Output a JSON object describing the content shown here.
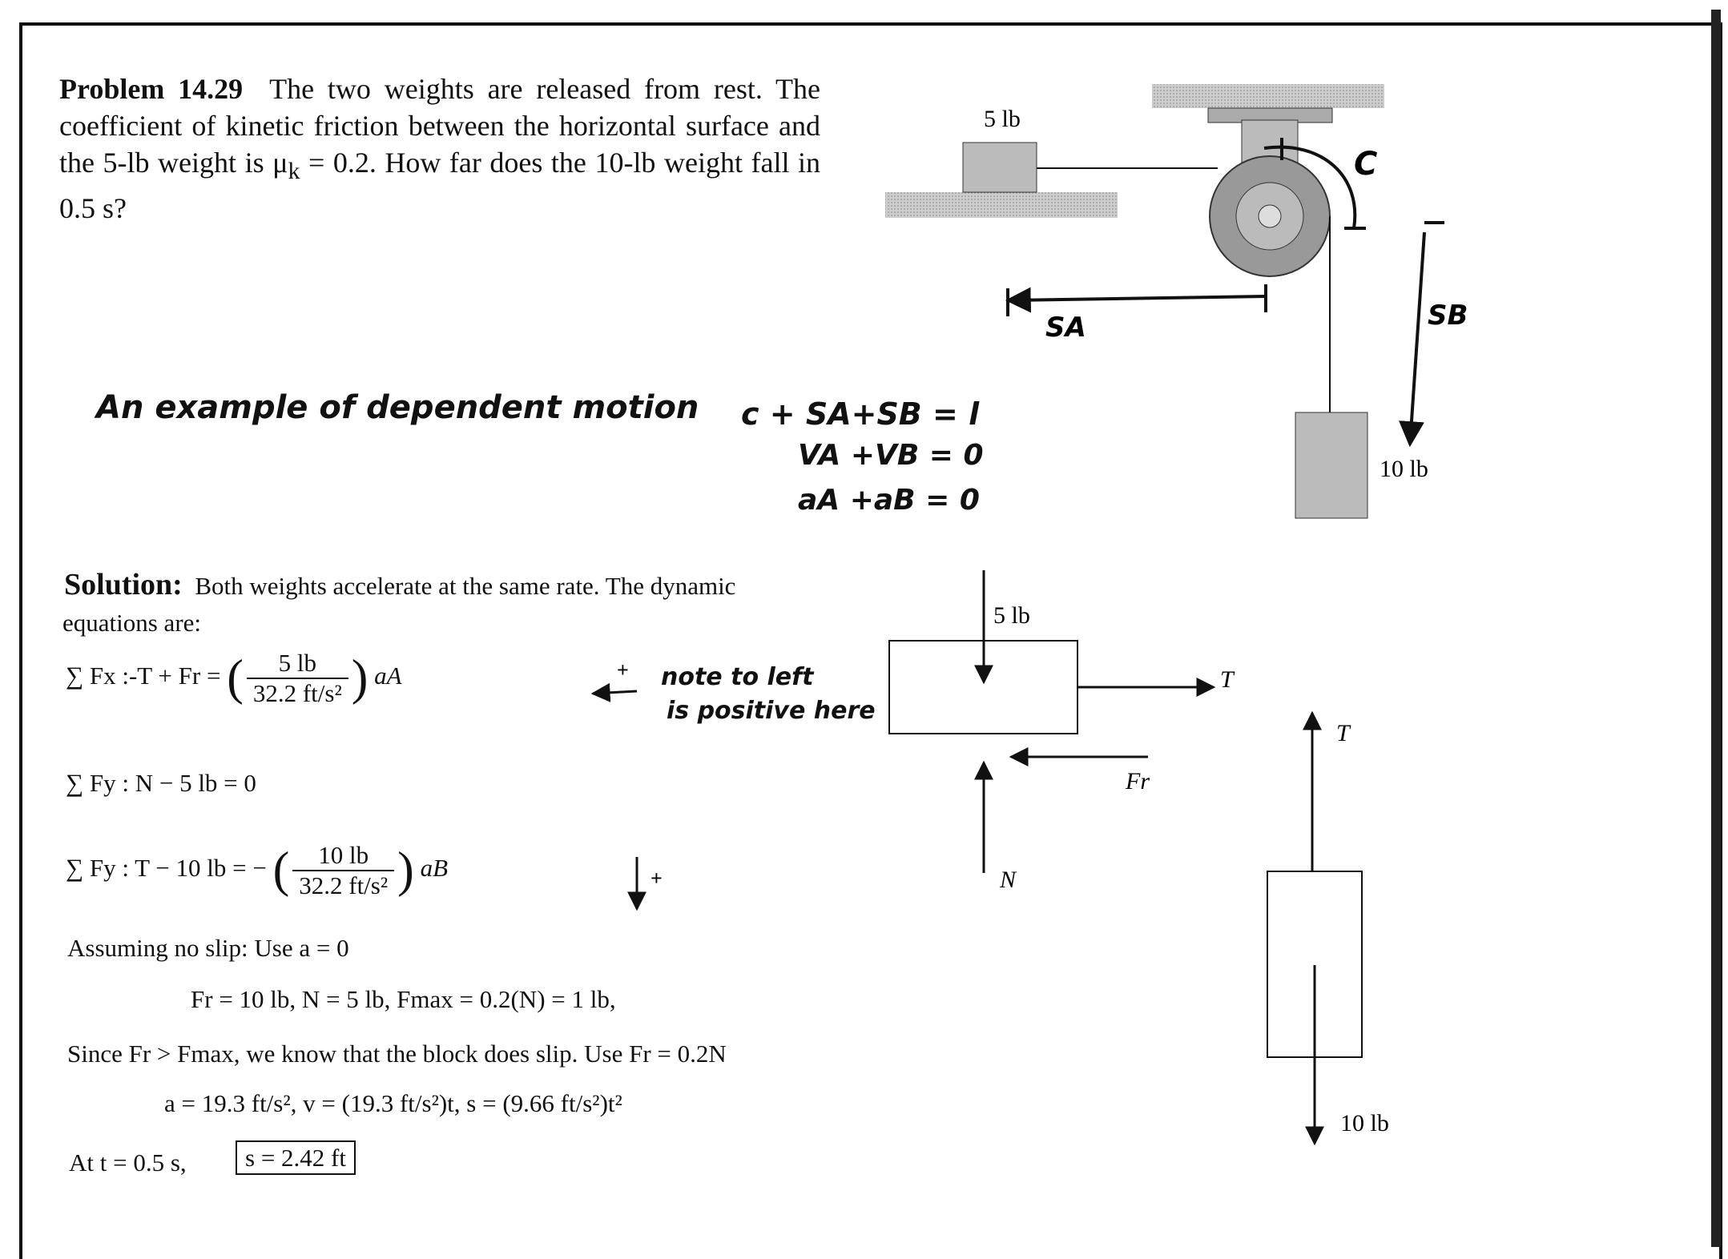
{
  "problem": {
    "label": "Problem 14.29",
    "text": "The two weights are released from rest. The coefficient of kinetic friction between the horizontal surface and the 5-lb weight is μ",
    "text_sub": "k",
    "text_end": " = 0.2. How far does the 10-lb weight fall in 0.5 s?"
  },
  "note_dependent": "An example of dependent motion",
  "constraint_eqs": [
    "c + SA+SB = l",
    "VA +VB = 0",
    "aA +aB = 0"
  ],
  "figure": {
    "label_5lb": "5 lb",
    "label_10lb": "10 lb",
    "label_c": "C",
    "label_sa": "SA",
    "label_sb": "SB"
  },
  "solution": {
    "label": "Solution:",
    "intro": "Both weights accelerate at the same rate. The dynamic equations are:",
    "eq1_lhs": "∑ Fx :-T + Fr =",
    "eq1_num": "5 lb",
    "eq1_den": "32.2 ft/s²",
    "eq1_rhs": "aA",
    "eq2": "∑ Fy : N − 5 lb = 0",
    "eq3_lhs": "∑ Fy : T − 10 lb = −",
    "eq3_num": "10 lb",
    "eq3_den": "32.2 ft/s²",
    "eq3_rhs": "aB",
    "note_left": "note to left",
    "note_positive": "is positive here",
    "assume": "Assuming no slip: Use a = 0",
    "values": "Fr = 10 lb,  N = 5 lb,  Fmax = 0.2(N) = 1 lb,",
    "since": "Since Fr > Fmax, we know that the block does slip. Use Fr = 0.2N",
    "kinematics": "a = 19.3 ft/s²,  v = (19.3 ft/s²)t,  s = (9.66 ft/s²)t²",
    "at_t": "At t = 0.5 s,",
    "answer": "s = 2.42 ft"
  },
  "fbd": {
    "block_a_weight": "5 lb",
    "tension": "T",
    "friction": "Fr",
    "normal": "N",
    "block_b_tension": "T",
    "block_b_weight": "10 lb"
  }
}
